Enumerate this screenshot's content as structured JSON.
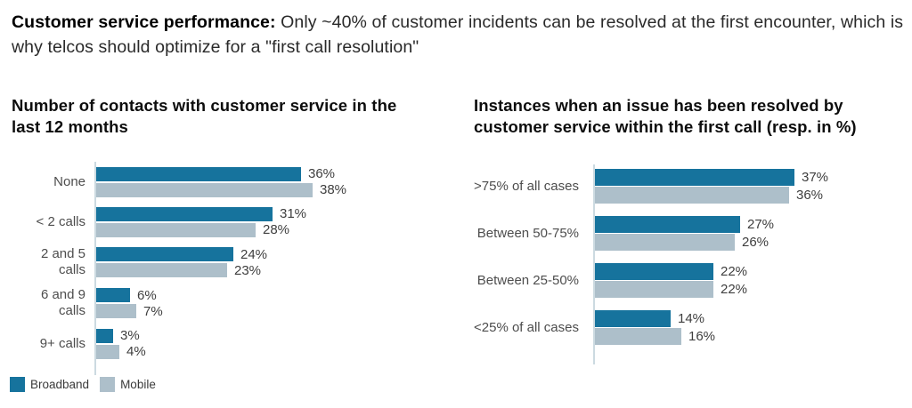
{
  "header": {
    "title_bold": "Customer service performance:",
    "title_rest": " Only ~40% of customer incidents can be resolved at the first encounter, which is why telcos should optimize for a \"first call resolution\""
  },
  "colors": {
    "broadband": "#16739d",
    "mobile": "#adbfca",
    "axis": "#ccdae1"
  },
  "legend": {
    "items": [
      {
        "label": "Broadband",
        "color_key": "broadband"
      },
      {
        "label": "Mobile",
        "color_key": "mobile"
      }
    ]
  },
  "chart_data": [
    {
      "type": "bar",
      "orientation": "horizontal",
      "title": "Number of contacts with customer service in the last 12 months",
      "categories": [
        "None",
        "< 2 calls",
        "2 and 5 calls",
        "6 and 9 calls",
        "9+ calls"
      ],
      "series": [
        {
          "name": "Broadband",
          "color_key": "broadband",
          "values": [
            36,
            31,
            24,
            6,
            3
          ]
        },
        {
          "name": "Mobile",
          "color_key": "mobile",
          "values": [
            38,
            28,
            23,
            7,
            4
          ]
        }
      ],
      "unit": "%",
      "xlim": [
        0,
        40
      ],
      "value_labels": true,
      "grid": false,
      "legend_position": "bottom-left"
    },
    {
      "type": "bar",
      "orientation": "horizontal",
      "title": "Instances when an issue has been resolved by customer service within the first call (resp. in %)",
      "categories": [
        ">75% of all cases",
        "Between 50-75%",
        "Between 25-50%",
        "<25% of all cases"
      ],
      "series": [
        {
          "name": "Broadband",
          "color_key": "broadband",
          "values": [
            37,
            27,
            22,
            14
          ]
        },
        {
          "name": "Mobile",
          "color_key": "mobile",
          "values": [
            36,
            26,
            22,
            16
          ]
        }
      ],
      "unit": "%",
      "xlim": [
        0,
        40
      ],
      "value_labels": true,
      "grid": false,
      "legend_position": "bottom-left"
    }
  ]
}
